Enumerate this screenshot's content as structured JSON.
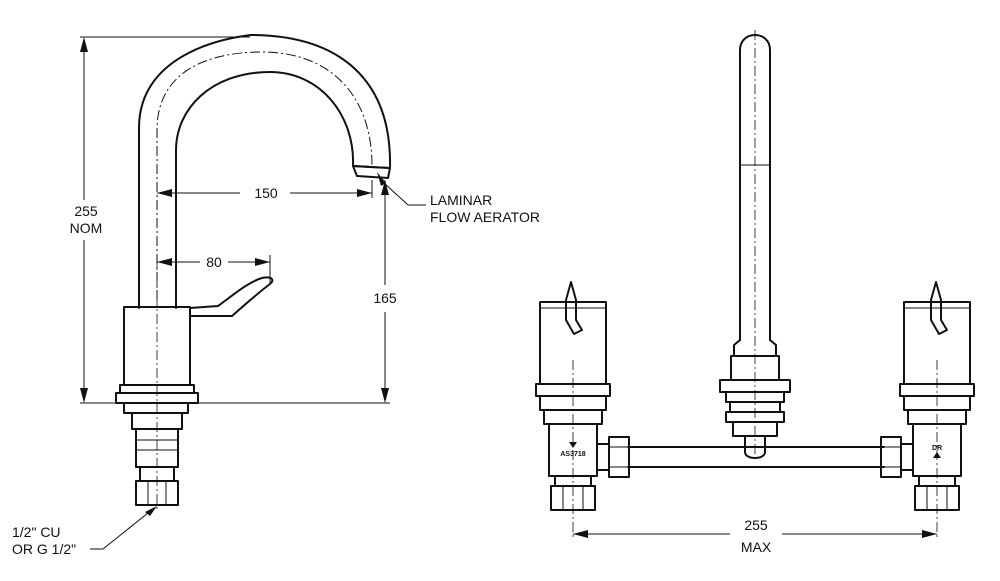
{
  "dimensions": {
    "height": "255",
    "height_note": "NOM",
    "reach": "150",
    "handle": "80",
    "outlet_height": "165",
    "centres": "255",
    "centres_note": "MAX"
  },
  "callouts": {
    "aerator_line1": "LAMINAR",
    "aerator_line2": "FLOW AERATOR",
    "connection_line1": "1/2\"  CU",
    "connection_line2": "OR G 1/2\""
  },
  "markings": {
    "standard": "AS3718",
    "valve_mark": "DR"
  }
}
